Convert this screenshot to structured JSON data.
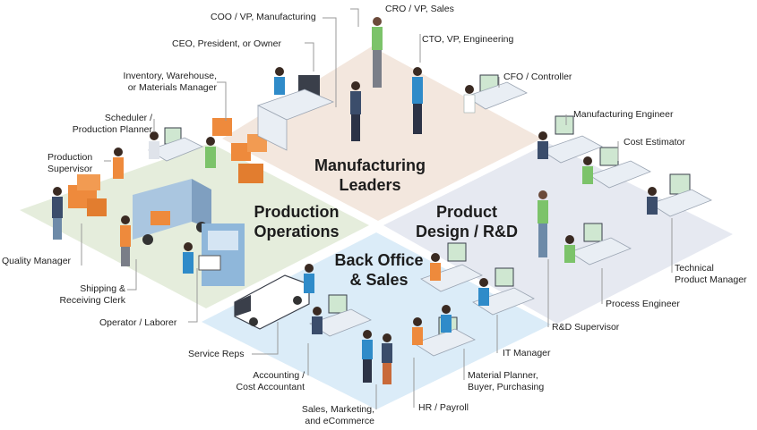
{
  "zones": {
    "manufacturing_leaders": [
      "Manufacturing",
      "Leaders"
    ],
    "production_operations": [
      "Production",
      "Operations"
    ],
    "product_design": [
      "Product",
      "Design / R&D"
    ],
    "back_office": [
      "Back Office",
      "& Sales"
    ]
  },
  "roles": {
    "coo": "COO / VP, Manufacturing",
    "cro": "CRO / VP, Sales",
    "cto": "CTO, VP, Engineering",
    "ceo": "CEO, President, or Owner",
    "cfo": "CFO / Controller",
    "inventory": [
      "Inventory, Warehouse,",
      "or Materials Manager"
    ],
    "scheduler": [
      "Scheduler /",
      "Production Planner"
    ],
    "production_supervisor": [
      "Production",
      "Supervisor"
    ],
    "quality_manager": "Quality Manager",
    "shipping": [
      "Shipping &",
      "Receiving Clerk"
    ],
    "operator": "Operator / Laborer",
    "service_reps": "Service Reps",
    "accounting": [
      "Accounting /",
      "Cost Accountant"
    ],
    "sales_marketing": [
      "Sales, Marketing,",
      "and eCommerce"
    ],
    "hr": "HR / Payroll",
    "material_planner": [
      "Material Planner,",
      "Buyer, Purchasing"
    ],
    "it_manager": "IT Manager",
    "rd_supervisor": "R&D Supervisor",
    "process_engineer": "Process Engineer",
    "technical_pm": [
      "Technical",
      "Product Manager"
    ],
    "cost_estimator": "Cost Estimator",
    "manufacturing_engineer": "Manufacturing Engineer"
  },
  "colors": {
    "leaders_zone": "#f3e7de",
    "production_zone": "#e5eddc",
    "design_zone": "#e6e9f1",
    "backoffice_zone": "#dbecf8",
    "leader_line": "#9a9a9a",
    "accent_orange": "#ee8a3c",
    "accent_green": "#7cc36a",
    "accent_blue": "#2f8bc9"
  },
  "icons": [
    "truck-icon",
    "van-icon",
    "boxes-icon",
    "machine-icon",
    "monitor-icon",
    "desk-icon",
    "person-icon"
  ]
}
